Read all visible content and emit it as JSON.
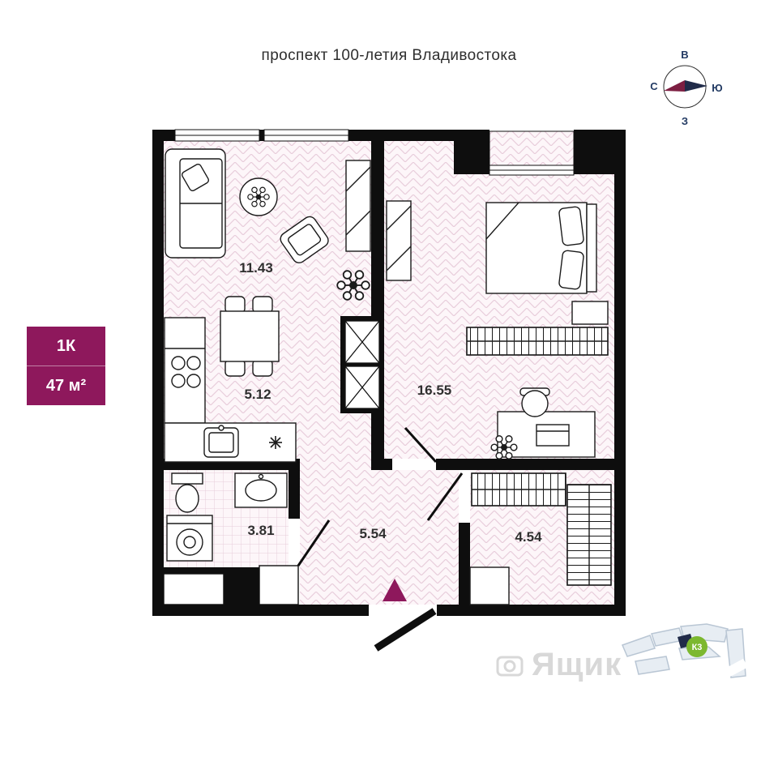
{
  "header": {
    "street": "проспект 100-летия Владивостока"
  },
  "compass": {
    "labels": {
      "top": "В",
      "left": "С",
      "right": "Ю",
      "bottom": "З"
    }
  },
  "badge": {
    "rooms": "1К",
    "area": "47 м²"
  },
  "plan": {
    "areas": {
      "living": "11.43",
      "kitchen": "5.12",
      "bedroom": "16.55",
      "bathroom": "3.81",
      "hallway": "5.54",
      "wardrobe": "4.54"
    }
  },
  "site_plan": {
    "building_label": "К3"
  },
  "watermark": {
    "text": "Ящик"
  },
  "icons": {
    "entrance_marker": "▲",
    "plant": "flower",
    "compass_needle": "needle"
  },
  "colors": {
    "accent_purple": "#8E185C",
    "wall_black": "#0e0e0e",
    "hatch_pink": "#e8cddb",
    "site_green": "#7cb82f",
    "site_navy": "#202b49"
  }
}
